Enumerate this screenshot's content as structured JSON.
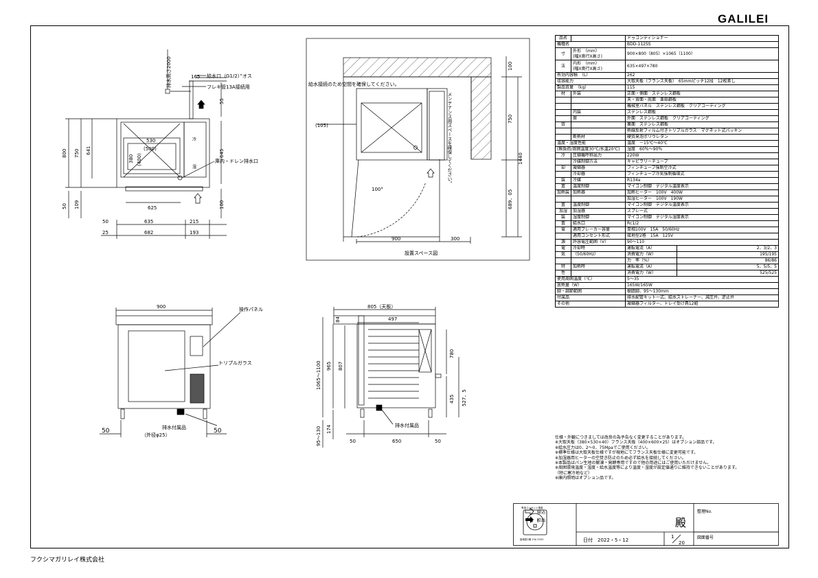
{
  "brand": "GALILEI",
  "company": "フクシマガリレイ株式会社",
  "spec_rows": [
    {
      "c0": "品名",
      "c1": "",
      "v": "ドゥコンディショナー"
    },
    {
      "c0": "機種名",
      "c1": "",
      "v": "BDD-112SS"
    },
    {
      "c0": "寸",
      "c1": "外形　（mm）\n(幅X奥行X高さ)",
      "v": "900×800（805）×1065（1100）",
      "big": true
    },
    {
      "c0": "法",
      "c1": "内形　（mm）\n(幅X奥行X高さ)",
      "v": "635×497×780",
      "big": true
    },
    {
      "c0": "有効内容積　（L）",
      "c1": "",
      "v": "262"
    },
    {
      "c0": "収容能力",
      "c1": "",
      "v": "大取天板（フランス天板）　65mmピッチ12段　12枚差し"
    },
    {
      "c0": "製品質量　（kg）",
      "c1": "",
      "v": "115"
    },
    {
      "c0": "材",
      "c1": "外装",
      "v": "正面・側面　ステンレス鋼板"
    },
    {
      "c0": "",
      "c1": "",
      "v": "天・背面・底面　亜鉛鋼板"
    },
    {
      "c0": "",
      "c1": "",
      "v": "機械室パネル　ステンレス鋼板　クリアコーティング"
    },
    {
      "c0": "",
      "c1": "内装",
      "v": "ステンレス鋼板"
    },
    {
      "c0": "",
      "c1": "扉",
      "v": "外面　ステンレス鋼板　クリアコーティング"
    },
    {
      "c0": "質",
      "c1": "",
      "v": "裏面　ステンレス鋼板"
    },
    {
      "c0": "",
      "c1": "",
      "v": "熱線反射フィルム付きトリプルガラス　マグネット式パッキン"
    },
    {
      "c0": "",
      "c1": "断熱材",
      "v": "硬質発泡ポリウレタン"
    },
    {
      "c0": "温度・湿度性能",
      "c1": "",
      "v": "温度　－15℃～40℃"
    },
    {
      "c0": "(無負荷/周囲温度30℃/水温20℃)",
      "c1": "",
      "v": "湿度　60％～90％"
    },
    {
      "c0": "冷",
      "c1": "圧縮機呼称出力",
      "v": "220W"
    },
    {
      "c0": "",
      "c1": "冷媒制御方法",
      "v": "キャピラリーチューブ"
    },
    {
      "c0": "却",
      "c1": "凝縮器",
      "v": "フィンチューブ強制空冷式"
    },
    {
      "c0": "",
      "c1": "冷却器",
      "v": "フィンチューブ冷気強制循環式"
    },
    {
      "c0": "装",
      "c1": "冷媒",
      "v": "R134a"
    },
    {
      "c0": "置",
      "c1": "温度制御",
      "v": "マイコン制御　デジタル温度表示"
    },
    {
      "c0": "加熱装",
      "c1": "加熱器",
      "v": "加熱ヒーター　100V　400W"
    },
    {
      "c0": "",
      "c1": "",
      "v": "加湿ヒーター　100V　190W"
    },
    {
      "c0": "置",
      "c1": "温度制御",
      "v": "マイコン制御　デジタル温度表示"
    },
    {
      "c0": "加湿",
      "c1": "加湿器",
      "v": "スプレー式"
    },
    {
      "c0": "装",
      "c1": "湿度制御",
      "v": "マイコン制御　デジタル湿度表示"
    },
    {
      "c0": "置",
      "c1": "給水口",
      "v": "Rc1/2"
    },
    {
      "c0": "電",
      "c1": "適用ブレーカー容量",
      "v": "単相100V　15A　50/60Hz"
    },
    {
      "c0": "",
      "c1": "適用コンセント形式",
      "v": "接地型2極　15A　125V"
    },
    {
      "c0": "源",
      "c1": "許容電圧範囲（V）",
      "v": "90～110"
    }
  ],
  "elec_rows": [
    {
      "c0": "電",
      "c1": "冷却時",
      "k": "運転電流（A）",
      "v": "2．3/2．3"
    },
    {
      "c0": "気",
      "c1": "（50/60Hz）",
      "k": "消費電力（W）",
      "v": "195/195"
    },
    {
      "c0": "",
      "c1": "",
      "k": "力　率（%）",
      "v": "86/86"
    },
    {
      "c0": "特",
      "c1": "加熱時",
      "k": "運転電流（A）",
      "v": "5．5/5．5"
    },
    {
      "c0": "性",
      "c1": "",
      "k": "消費電力（W）",
      "v": "525/525"
    }
  ],
  "tail_rows": [
    {
      "c0": "使用周囲温度（℃）",
      "v": "5～35"
    },
    {
      "c0": "放熱量（W）",
      "v": "165W/165W"
    },
    {
      "c0": "脚・調節範囲",
      "v": "樹脂脚、95～130mm"
    },
    {
      "c0": "付属品",
      "v": "排水配管キット一式、給水ストレーナー、減圧弁、逆止弁"
    },
    {
      "c0": "その他",
      "v": "凝縮器フィルター、トレイ受け具12組"
    }
  ],
  "notes": [
    "仕様・外観につきましては改良の為予告なく変更することがあります。",
    "※大取天板（380×530×40）フランス天板（400×600×25）はオプション部品です。",
    "※給水圧力は0．2～0．75Mpaでご使用ください。",
    "※標準仕様は大取天板仕様ですが現地にてフランス天板仕様に変更可能です。",
    "※加湿器用ヒーターの空焚き防止のため必ず給水を接続してください。",
    "※本製品はパン生地の解凍・発酵専用ですので他の用途にはご使用いただけません。",
    "※周囲環境温度・湿度・給水温度等により温度・湿度が設定値通りに維持できないことがあります。",
    "（特に寒冷地など）",
    "※庫内照明はオプション品です。"
  ],
  "legend": {
    "intake": "吸込",
    "exhaust": "吹出"
  },
  "title_block": {
    "honorific": "殿",
    "seiri_label": "整理No.",
    "date_label": "日付　2022・5・12",
    "page": "1",
    "pages": "20",
    "zuban_label": "図面番号",
    "outlet_top": "専用コンセント推奨",
    "outlet_bottom": "接地型2極 15A 250V"
  },
  "top_view": {
    "drain_height": "排水高さ2000",
    "dim_165": "165",
    "supply": "給水口（G1/2）”オス",
    "flex": "フレキ管13A接続用",
    "d55": "55",
    "d800": "800",
    "d750": "750",
    "d641": "641",
    "d530": "530",
    "d500": "(500)",
    "d380": "380",
    "d400": "(400)",
    "d645": "645",
    "inner_drain": "庫内・ドレン排水口",
    "d625": "625",
    "d50v": "50",
    "d109": "109",
    "d100": "100",
    "d50": "50",
    "d635": "635",
    "d215": "215",
    "d25": "25",
    "d682": "682",
    "d193": "193",
    "cool": "冷",
    "shitsu": "湿"
  },
  "install": {
    "note_top": "給水接続のため空間を確保してください。",
    "note_side": "メンテナンス用スペースを確保してください。",
    "d105": "(105)",
    "d100": "100",
    "d750": "750",
    "d1440": "1440",
    "d689": "689．05",
    "angle": "100°",
    "d900": "900",
    "d300": "300",
    "caption": "設置スペース図"
  },
  "front": {
    "d900": "900",
    "panel": "操作パネル",
    "glass": "トリプルガラス",
    "drain_acc": "排水付属品",
    "outer": "（外径φ25）",
    "d50l": "50",
    "d50r": "50"
  },
  "side": {
    "d805": "805（天板）",
    "d497": "497",
    "d84": "84",
    "d1065": "1065～1100",
    "d965": "965",
    "d807": "807",
    "d780": "780",
    "d435": "435",
    "d527": "527．5",
    "d130": "95～130",
    "d174": "174",
    "drain_acc": "排水付属品",
    "d50l": "50",
    "d650": "650",
    "d50r": "50"
  }
}
